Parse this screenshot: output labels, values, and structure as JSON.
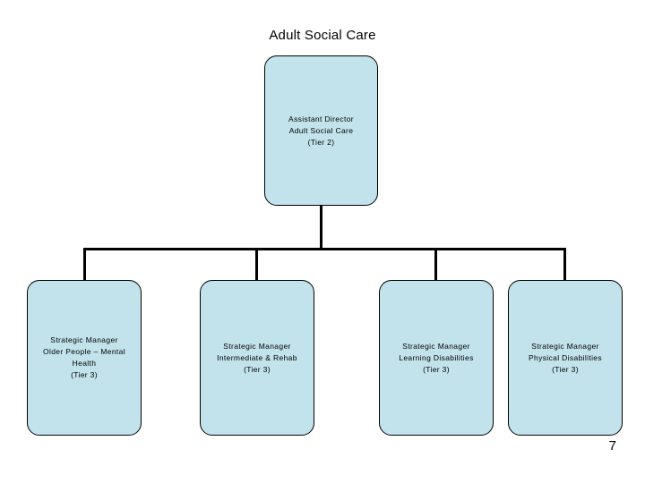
{
  "slide": {
    "title": "Adult Social Care",
    "page_number": "7",
    "colors": {
      "node_fill": "#c2e3ec",
      "node_border": "#000000",
      "connector": "#000000",
      "text": "#000000",
      "background": "#ffffff"
    }
  },
  "chart": {
    "type": "org-chart",
    "root": {
      "line1": "Assistant Director",
      "line2": "Adult Social Care",
      "line3": "(Tier 2)",
      "text": "Assistant Director\nAdult Social Care\n(Tier 2)"
    },
    "children": [
      {
        "line1": "Strategic Manager",
        "line2": "Older People – Mental Health",
        "line3": "(Tier 3)",
        "text": "Strategic Manager\nOlder People – Mental\nHealth\n(Tier 3)"
      },
      {
        "line1": "Strategic Manager",
        "line2": "Intermediate & Rehab",
        "line3": "(Tier 3)",
        "text": "Strategic Manager\nIntermediate & Rehab\n(Tier 3)"
      },
      {
        "line1": "Strategic Manager",
        "line2": "Learning Disabilities",
        "line3": "(Tier 3)",
        "text": "Strategic Manager\nLearning Disabilities\n(Tier 3)"
      },
      {
        "line1": "Strategic Manager",
        "line2": "Physical Disabilities",
        "line3": "(Tier 3)",
        "text": "Strategic Manager\nPhysical Disabilities\n(Tier 3)"
      }
    ]
  }
}
